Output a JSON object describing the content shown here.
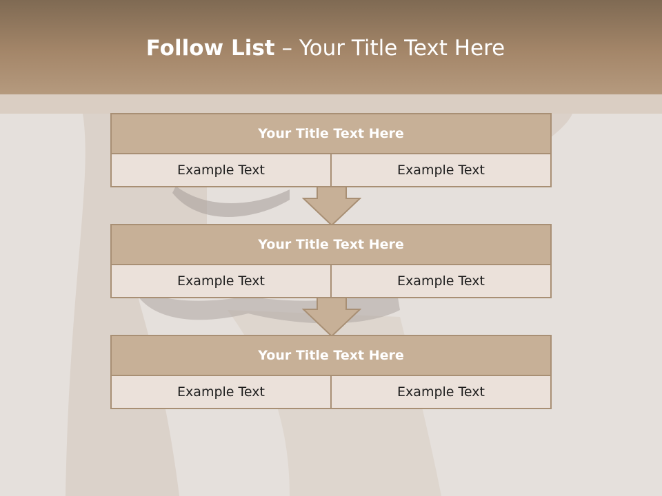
{
  "header": {
    "title_bold": "Follow List",
    "title_rest": " – Your Title Text Here"
  },
  "blocks": [
    {
      "title": "Your Title Text Here",
      "left": "Example Text",
      "right": "Example Text"
    },
    {
      "title": "Your Title Text Here",
      "left": "Example Text",
      "right": "Example Text"
    },
    {
      "title": "Your Title Text Here",
      "left": "Example Text",
      "right": "Example Text"
    }
  ],
  "colors": {
    "header": "#a48669",
    "box_title": "#c7b097",
    "box_row": "#ebe1da",
    "border": "#a88f74"
  }
}
